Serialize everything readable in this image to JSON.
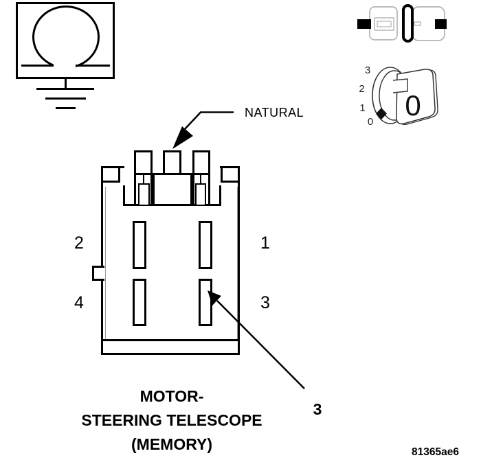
{
  "symbols": {
    "motor_ground": {
      "description": "motor symbol with ground"
    },
    "connector_pair": {
      "description": "mated connector side view"
    },
    "switch_dial": {
      "positions": [
        "3",
        "2",
        "1",
        "0"
      ],
      "key_label": "0"
    }
  },
  "connector_view": {
    "wire_callout": "NATURAL",
    "pins": [
      {
        "number": "2",
        "position": "top-left"
      },
      {
        "number": "1",
        "position": "top-right"
      },
      {
        "number": "4",
        "position": "bottom-left"
      },
      {
        "number": "3",
        "position": "bottom-right"
      }
    ],
    "pin_callout": "3"
  },
  "caption": {
    "lines": [
      "MOTOR-",
      "STEERING TELESCOPE",
      "(MEMORY)"
    ]
  },
  "figure_code": "81365ae6",
  "colors": {
    "line": "#000000",
    "thin_line": "#999999",
    "icon_outline": "#b3b3b3",
    "background": "#ffffff"
  }
}
